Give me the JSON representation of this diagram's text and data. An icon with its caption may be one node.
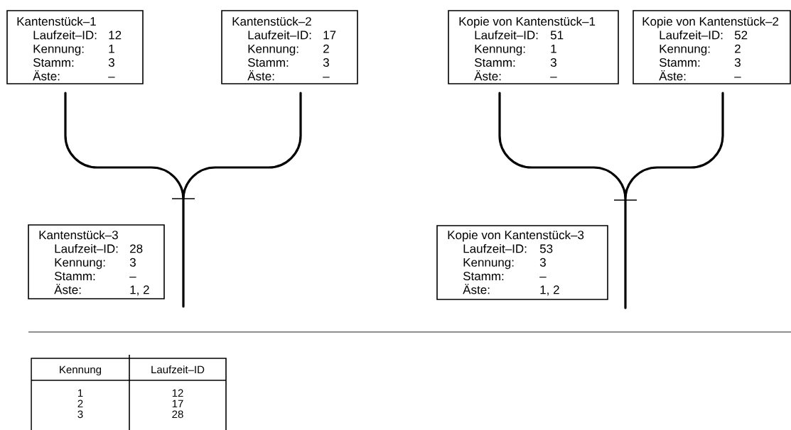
{
  "diagram": {
    "nodes": [
      {
        "text": [
          "Kantenstück–1",
          "Laufzeit–ID:",
          "12",
          "Kennung:",
          "1",
          "Stamm:",
          "3",
          "Äste:",
          "–"
        ]
      },
      {
        "text": [
          "Kantenstück–2",
          "Laufzeit–ID:",
          "17",
          "Kennung:",
          "2",
          "Stamm:",
          "3",
          "Äste:",
          "–"
        ]
      },
      {
        "text": [
          "Kopie von Kantenstück–1",
          "Laufzeit–ID:",
          "51",
          "Kennung:",
          "1",
          "Stamm:",
          "3",
          "Äste:",
          "–"
        ]
      },
      {
        "text": [
          "Kopie von Kantenstück–2",
          "Laufzeit–ID:",
          "52",
          "Kennung:",
          "2",
          "Stamm:",
          "3",
          "Äste:",
          "–"
        ]
      },
      {
        "text": [
          "Kantenstück–3",
          "Laufzeit–ID:",
          "28",
          "Kennung:",
          "3",
          "Stamm:",
          "–",
          "Äste:",
          "1, 2"
        ]
      },
      {
        "text": [
          "Kopie von Kantenstück–3",
          "Laufzeit–ID:",
          "53",
          "Kennung:",
          "3",
          "Stamm:",
          "–",
          "Äste:",
          "1, 2"
        ]
      }
    ],
    "labels": [
      "Kennung",
      "Laufzeit–ID",
      "1",
      "12",
      "2",
      "17",
      "3",
      "28"
    ]
  }
}
